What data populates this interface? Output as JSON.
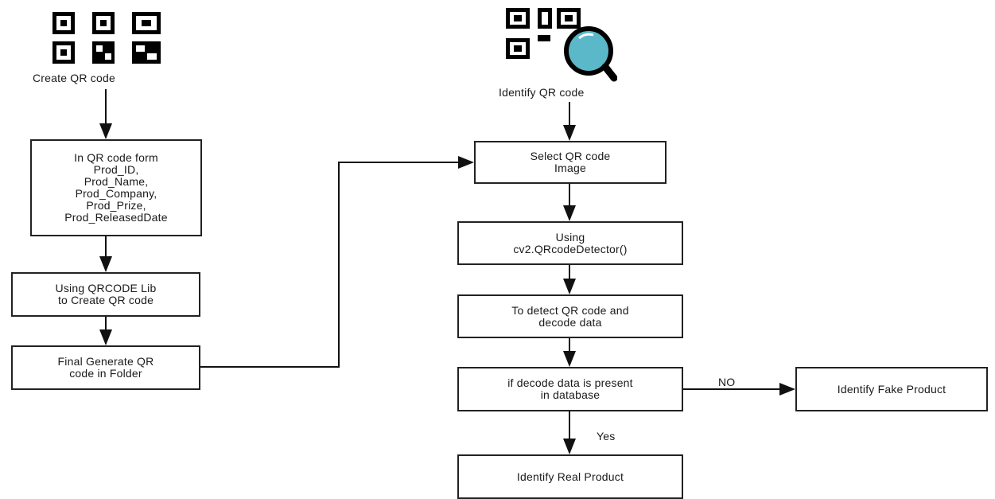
{
  "left_flow": {
    "title": "Create QR code",
    "steps": [
      "In QR code form\nProd_ID,\nProd_Name,\nProd_Company,\nProd_Prize,\nProd_ReleasedDate",
      "Using QRCODE Lib\nto Create QR code",
      "Final Generate QR\ncode  in Folder"
    ]
  },
  "right_flow": {
    "title": "Identify QR code",
    "steps": [
      "Select QR code\nImage",
      "Using\ncv2.QRcodeDetector()",
      "To detect QR code and\ndecode data",
      "if decode data is present\nin database"
    ],
    "yes_label": "Yes",
    "no_label": "NO",
    "outcome_real": "Identify Real Product",
    "outcome_fake": "Identify Fake Product"
  },
  "icons": {
    "create": "qr-code-icon",
    "identify": "qr-search-icon",
    "lens_color": "#5ab8c8"
  }
}
